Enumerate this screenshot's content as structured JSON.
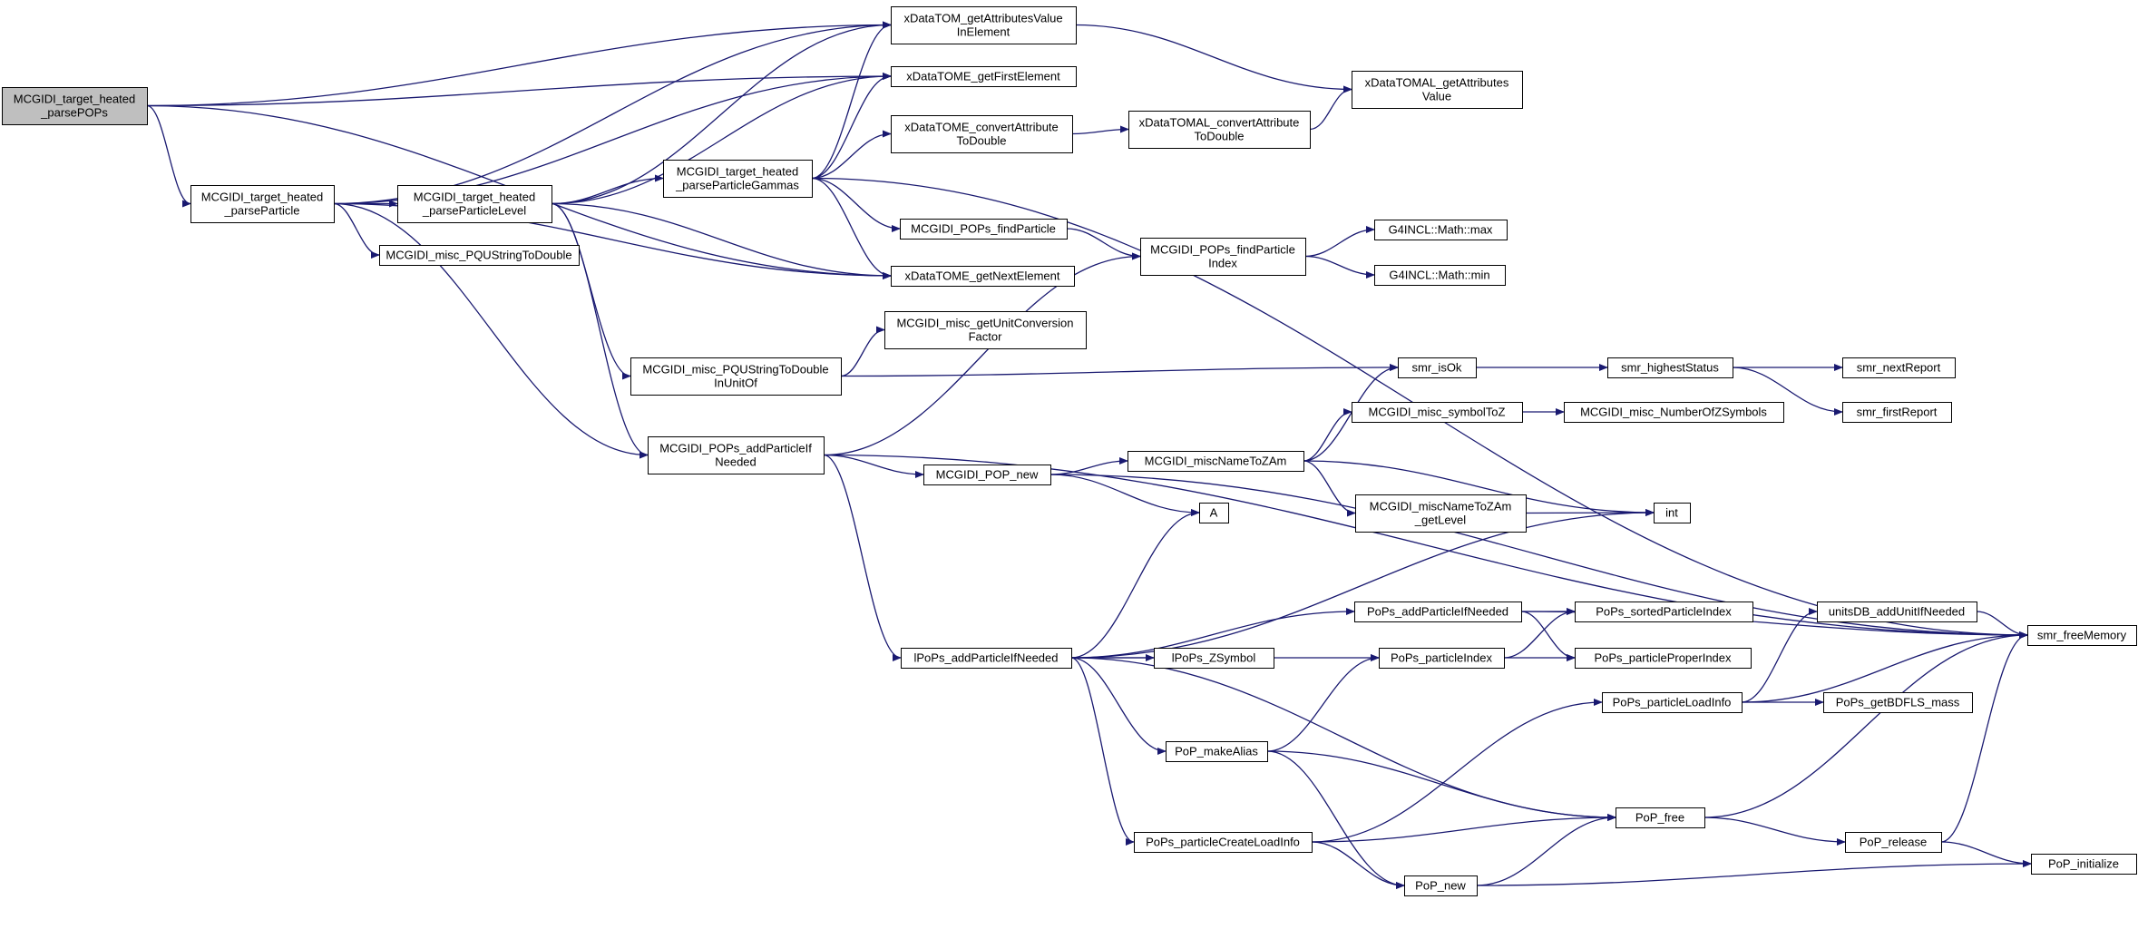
{
  "colors": {
    "edge": "#191970",
    "node_border": "#000000",
    "node_fill": "#ffffff",
    "root_fill": "#bfbfbf"
  },
  "graph": {
    "nodes": [
      {
        "id": "root",
        "lines": [
          "MCGIDI_target_heated",
          "_parsePOPs"
        ],
        "root": true
      },
      {
        "id": "parseParticle",
        "lines": [
          "MCGIDI_target_heated",
          "_parseParticle"
        ]
      },
      {
        "id": "parseParticleLevel",
        "lines": [
          "MCGIDI_target_heated",
          "_parseParticleLevel"
        ]
      },
      {
        "id": "pqusToDouble",
        "lines": [
          "MCGIDI_misc_PQUStringToDouble"
        ]
      },
      {
        "id": "parseGammas",
        "lines": [
          "MCGIDI_target_heated",
          "_parseParticleGammas"
        ]
      },
      {
        "id": "pqusToDoubleInUnit",
        "lines": [
          "MCGIDI_misc_PQUStringToDouble",
          "InUnitOf"
        ]
      },
      {
        "id": "popsAddIfNeeded",
        "lines": [
          "MCGIDI_POPs_addParticleIf",
          "Needed"
        ]
      },
      {
        "id": "tomGetAttrs",
        "lines": [
          "xDataTOM_getAttributesValue",
          "InElement"
        ]
      },
      {
        "id": "tomeFirst",
        "lines": [
          "xDataTOME_getFirstElement"
        ]
      },
      {
        "id": "tomeConvert",
        "lines": [
          "xDataTOME_convertAttribute",
          "ToDouble"
        ]
      },
      {
        "id": "popsFind",
        "lines": [
          "MCGIDI_POPs_findParticle"
        ]
      },
      {
        "id": "tomeNext",
        "lines": [
          "xDataTOME_getNextElement"
        ]
      },
      {
        "id": "unitConv",
        "lines": [
          "MCGIDI_misc_getUnitConversion",
          "Factor"
        ]
      },
      {
        "id": "popNew",
        "lines": [
          "MCGIDI_POP_new"
        ]
      },
      {
        "id": "lpopsAdd",
        "lines": [
          "lPoPs_addParticleIfNeeded"
        ]
      },
      {
        "id": "tomalGetAttrs",
        "lines": [
          "xDataTOMAL_getAttributes",
          "Value"
        ]
      },
      {
        "id": "tomalConvert",
        "lines": [
          "xDataTOMAL_convertAttribute",
          "ToDouble"
        ]
      },
      {
        "id": "popsFindIndex",
        "lines": [
          "MCGIDI_POPs_findParticle",
          "Index"
        ]
      },
      {
        "id": "mathMax",
        "lines": [
          "G4INCL::Math::max"
        ]
      },
      {
        "id": "mathMin",
        "lines": [
          "G4INCL::Math::min"
        ]
      },
      {
        "id": "smrIsOk",
        "lines": [
          "smr_isOk"
        ]
      },
      {
        "id": "smrHighest",
        "lines": [
          "smr_highestStatus"
        ]
      },
      {
        "id": "smrNext",
        "lines": [
          "smr_nextReport"
        ]
      },
      {
        "id": "smrFirst",
        "lines": [
          "smr_firstReport"
        ]
      },
      {
        "id": "symbolToZ",
        "lines": [
          "MCGIDI_misc_symbolToZ"
        ]
      },
      {
        "id": "numZSymbols",
        "lines": [
          "MCGIDI_misc_NumberOfZSymbols"
        ]
      },
      {
        "id": "nameToZAm",
        "lines": [
          "MCGIDI_miscNameToZAm"
        ]
      },
      {
        "id": "nameToZAmLevel",
        "lines": [
          "MCGIDI_miscNameToZAm",
          "_getLevel"
        ]
      },
      {
        "id": "intNode",
        "lines": [
          "int"
        ]
      },
      {
        "id": "A",
        "lines": [
          "A"
        ]
      },
      {
        "id": "popsAddIfNeeded2",
        "lines": [
          "PoPs_addParticleIfNeeded"
        ]
      },
      {
        "id": "sortedIndex",
        "lines": [
          "PoPs_sortedParticleIndex"
        ]
      },
      {
        "id": "lpopsZSymbol",
        "lines": [
          "lPoPs_ZSymbol"
        ]
      },
      {
        "id": "particleIndex",
        "lines": [
          "PoPs_particleIndex"
        ]
      },
      {
        "id": "properIndex",
        "lines": [
          "PoPs_particleProperIndex"
        ]
      },
      {
        "id": "unitsDBAdd",
        "lines": [
          "unitsDB_addUnitIfNeeded"
        ]
      },
      {
        "id": "smrFree",
        "lines": [
          "smr_freeMemory"
        ]
      },
      {
        "id": "loadInfo",
        "lines": [
          "PoPs_particleLoadInfo"
        ]
      },
      {
        "id": "bdfls",
        "lines": [
          "PoPs_getBDFLS_mass"
        ]
      },
      {
        "id": "makeAlias",
        "lines": [
          "PoP_makeAlias"
        ]
      },
      {
        "id": "popFree",
        "lines": [
          "PoP_free"
        ]
      },
      {
        "id": "createLoadInfo",
        "lines": [
          "PoPs_particleCreateLoadInfo"
        ]
      },
      {
        "id": "popRelease",
        "lines": [
          "PoP_release"
        ]
      },
      {
        "id": "popInitialize",
        "lines": [
          "PoP_initialize"
        ]
      },
      {
        "id": "popNew2",
        "lines": [
          "PoP_new"
        ]
      }
    ]
  }
}
